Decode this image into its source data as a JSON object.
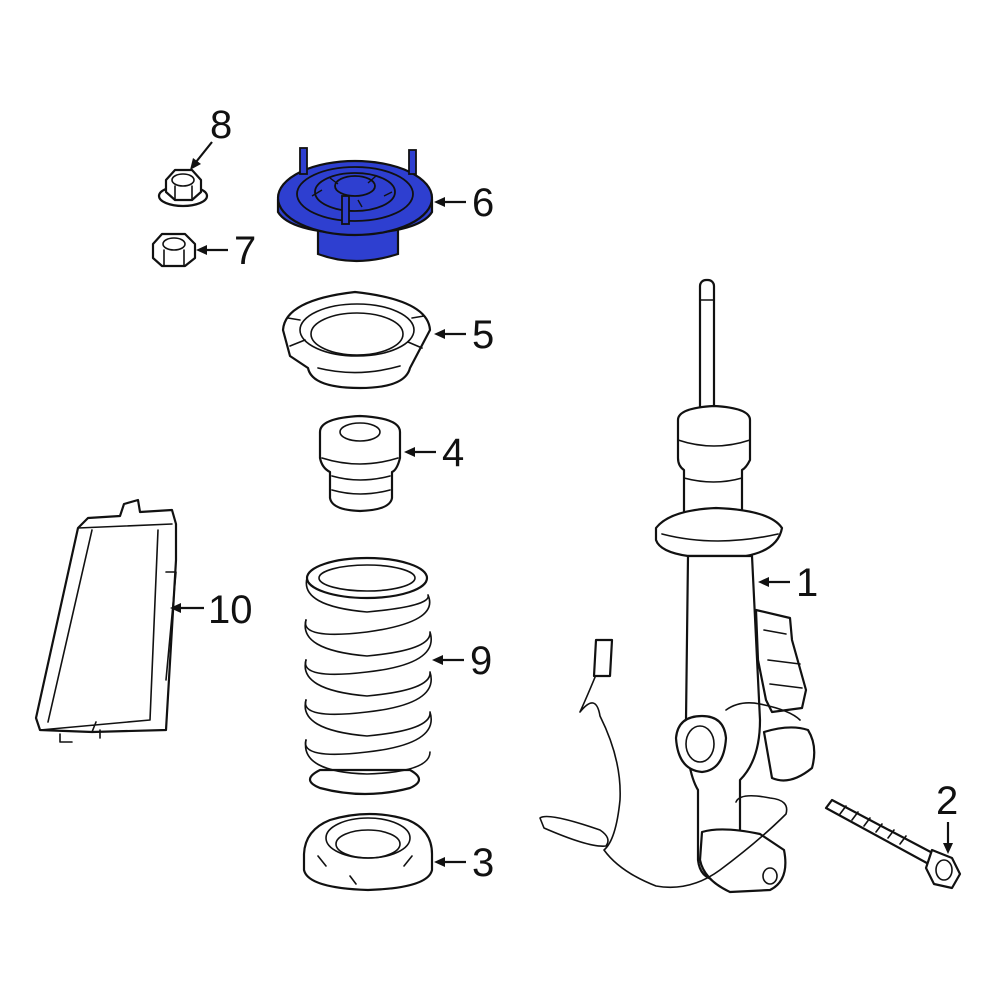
{
  "diagram": {
    "highlight_color": "#2e3fd0",
    "line_color": "#111111",
    "highlighted_part": "6",
    "callouts": [
      {
        "id": "1",
        "label": "1",
        "part": "strut-assembly"
      },
      {
        "id": "2",
        "label": "2",
        "part": "bolt"
      },
      {
        "id": "3",
        "label": "3",
        "part": "lower-spring-seat"
      },
      {
        "id": "4",
        "label": "4",
        "part": "bump-stop"
      },
      {
        "id": "5",
        "label": "5",
        "part": "upper-spring-seat"
      },
      {
        "id": "6",
        "label": "6",
        "part": "strut-mount"
      },
      {
        "id": "7",
        "label": "7",
        "part": "nut"
      },
      {
        "id": "8",
        "label": "8",
        "part": "flange-nut"
      },
      {
        "id": "9",
        "label": "9",
        "part": "coil-spring"
      },
      {
        "id": "10",
        "label": "10",
        "part": "control-module"
      }
    ]
  }
}
